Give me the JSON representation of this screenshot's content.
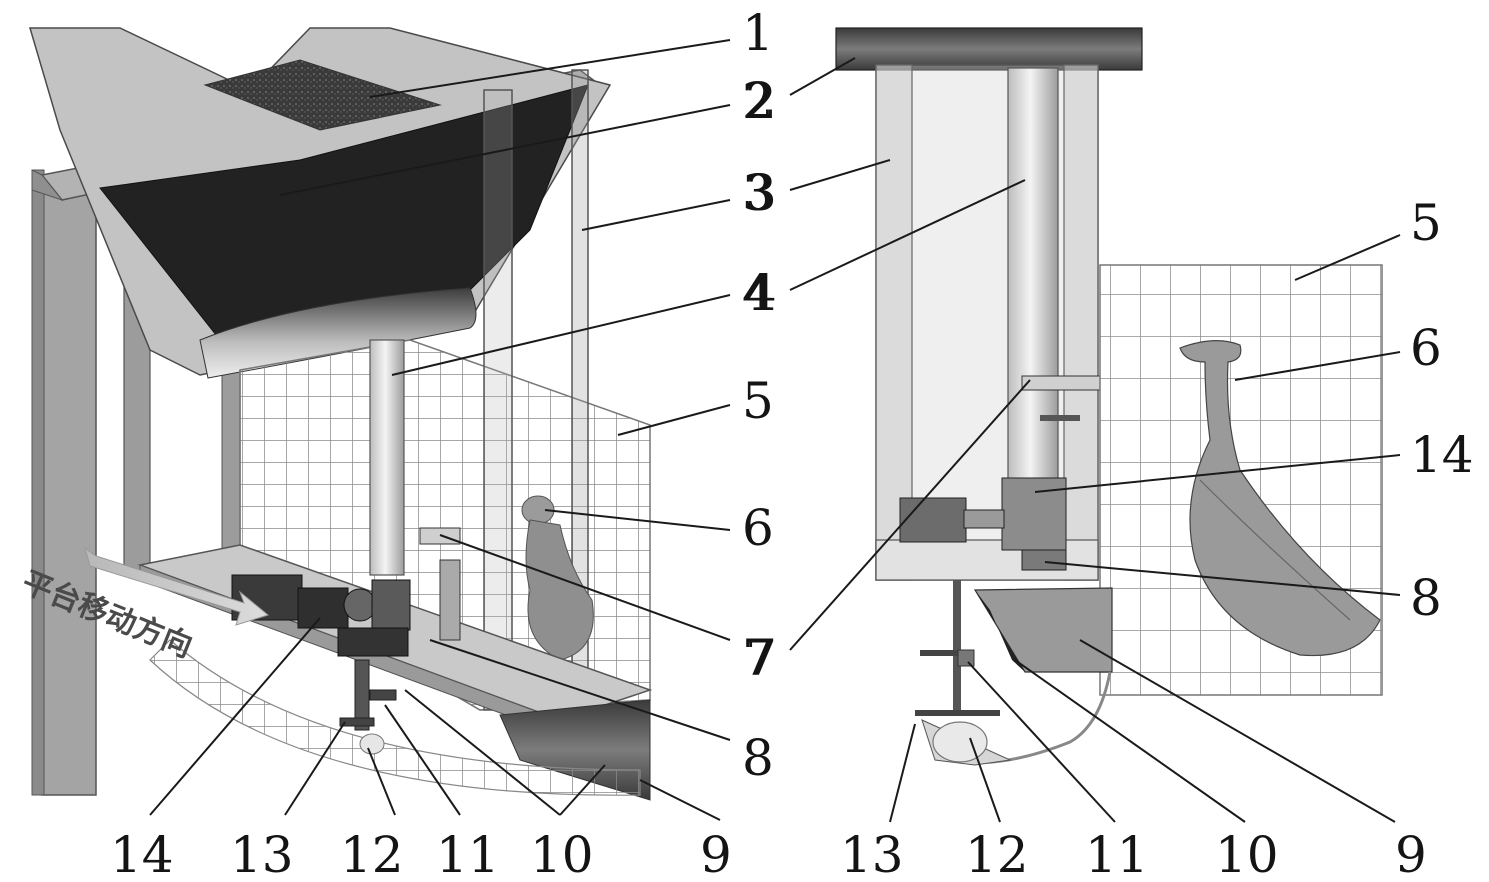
{
  "left_view": {
    "labels": [
      "1",
      "2",
      "3",
      "4",
      "5",
      "6",
      "7",
      "8",
      "9",
      "10",
      "11",
      "12",
      "13",
      "14"
    ],
    "arrow_text": "平台移动方向"
  },
  "right_view": {
    "labels": [
      "2",
      "3",
      "4",
      "5",
      "6",
      "14",
      "7",
      "8",
      "9",
      "10",
      "11",
      "12",
      "13"
    ]
  },
  "colors": {
    "frame": "#9a9a9a",
    "dark_panel": "#2b2b2b",
    "hopper_light": "#c4c4c4",
    "wire": "#8c8c8c",
    "ink": "#141414"
  }
}
